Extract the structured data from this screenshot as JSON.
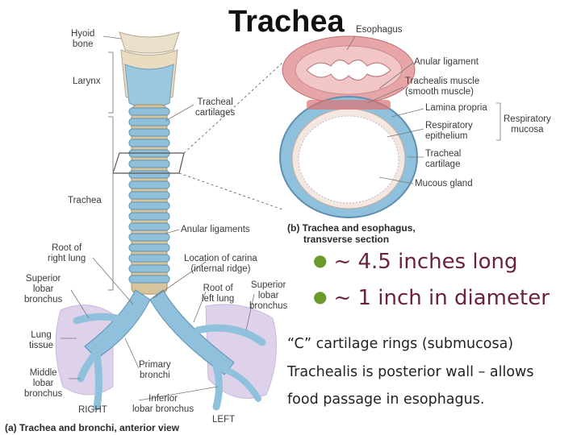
{
  "title": "Trachea",
  "labels": {
    "hyoid": "Hyoid\nbone",
    "larynx": "Larynx",
    "trachea": "Trachea",
    "tracheal_cartilages": "Tracheal\ncartilages",
    "anular_ligaments": "Anular ligaments",
    "root_right_lung": "Root of\nright lung",
    "superior_lobar_right": "Superior\nlobar\nbronchus",
    "lung_tissue": "Lung\ntissue",
    "middle_lobar": "Middle\nlobar\nbronchus",
    "right": "RIGHT",
    "location_carina": "Location of carina\n(internal ridge)",
    "root_left_lung": "Root of\nleft lung",
    "superior_lobar_left": "Superior\nlobar\nbronchus",
    "primary_bronchi": "Primary\nbronchi",
    "inferior_lobar": "Inferior\nlobar bronchus",
    "left": "LEFT",
    "esophagus": "Esophagus",
    "anular_ligament": "Anular ligament",
    "trachealis_muscle": "Trachealis muscle\n(smooth muscle)",
    "lamina_propria": "Lamina propria",
    "respiratory_epithelium": "Respiratory\nepithelium",
    "tracheal_cartilage": "Tracheal\ncartilage",
    "mucous_gland": "Mucous gland",
    "respiratory_mucosa": "Respiratory\nmucosa"
  },
  "captions": {
    "a": "(a) Trachea and bronchi, anterior view",
    "b": "(b) Trachea and esophagus,\n      transverse section"
  },
  "bullets": [
    "~ 4.5 inches long",
    "~ 1 inch in diameter"
  ],
  "notes": [
    "“C” cartilage rings (submucosa)",
    "Trachealis is posterior wall – allows",
    "food passage in esophagus."
  ],
  "colors": {
    "cartilage_blue": "#8fc1dc",
    "ligament_tan": "#d8c49c",
    "lung_lilac": "#d9cde6",
    "esophagus_pink": "#e8a5a8",
    "bullet_text": "#6b2240"
  }
}
